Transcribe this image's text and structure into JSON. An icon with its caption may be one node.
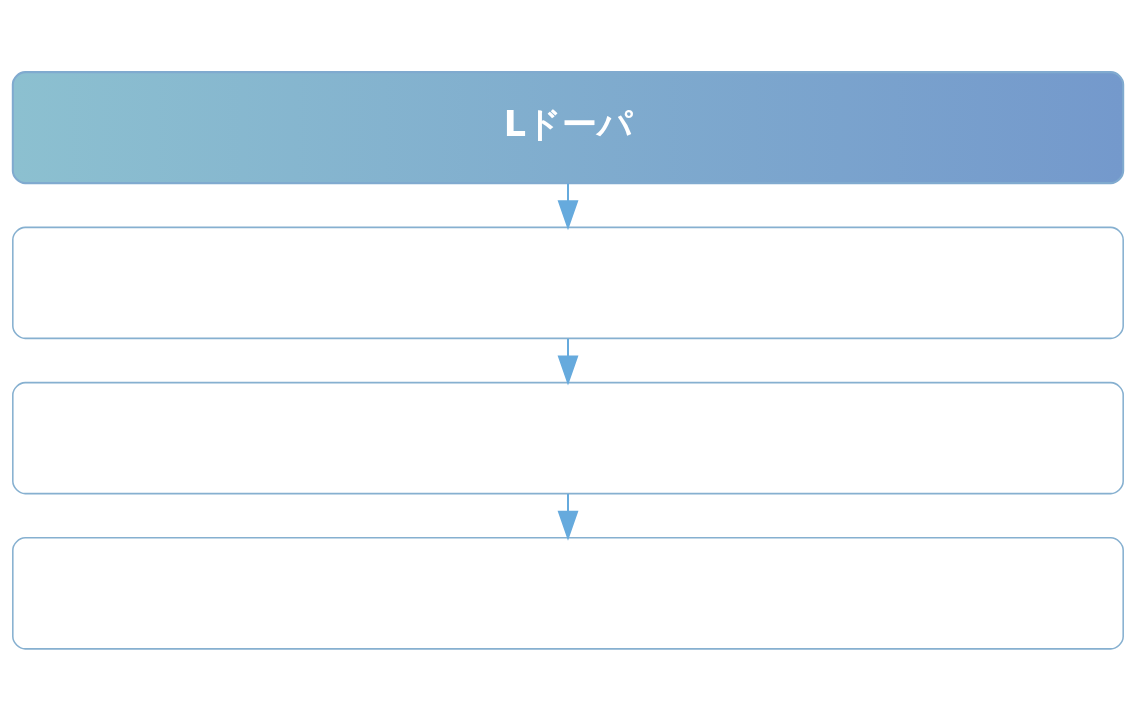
{
  "diagram": {
    "nodes": [
      {
        "text": [
          "Lドーパ"
        ]
      },
      {
        "text": [],
        "shape": "box"
      },
      {
        "text": [],
        "shape": "box"
      },
      {
        "text": [],
        "shape": "box"
      }
    ],
    "edges": [
      {
        "from": 0,
        "to": 1,
        "arrow": "to"
      },
      {
        "from": 1,
        "to": 2,
        "arrow": "to"
      },
      {
        "from": 2,
        "to": 3,
        "arrow": "to"
      }
    ]
  }
}
